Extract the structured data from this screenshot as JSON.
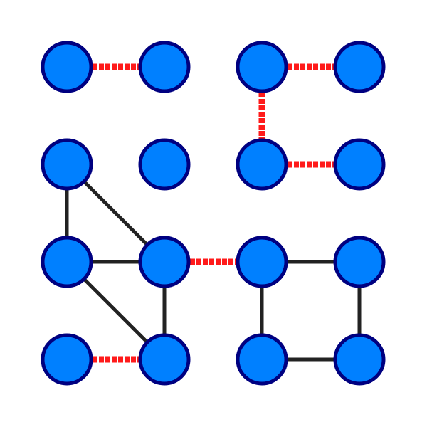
{
  "colors": {
    "background": "#ffffff",
    "node_fill": "#0080ff",
    "node_stroke": "#000080",
    "edge_normal": "#222222",
    "edge_highlight": "#ff1a1a"
  },
  "graph": {
    "grid": {
      "columns": 4,
      "rows": 4
    },
    "nodes": [
      {
        "id": "n00",
        "col": 0,
        "row": 0
      },
      {
        "id": "n10",
        "col": 1,
        "row": 0
      },
      {
        "id": "n20",
        "col": 2,
        "row": 0
      },
      {
        "id": "n30",
        "col": 3,
        "row": 0
      },
      {
        "id": "n01",
        "col": 0,
        "row": 1
      },
      {
        "id": "n11",
        "col": 1,
        "row": 1
      },
      {
        "id": "n21",
        "col": 2,
        "row": 1
      },
      {
        "id": "n31",
        "col": 3,
        "row": 1
      },
      {
        "id": "n02",
        "col": 0,
        "row": 2
      },
      {
        "id": "n12",
        "col": 1,
        "row": 2
      },
      {
        "id": "n22",
        "col": 2,
        "row": 2
      },
      {
        "id": "n32",
        "col": 3,
        "row": 2
      },
      {
        "id": "n03",
        "col": 0,
        "row": 3
      },
      {
        "id": "n13",
        "col": 1,
        "row": 3
      },
      {
        "id": "n23",
        "col": 2,
        "row": 3
      },
      {
        "id": "n33",
        "col": 3,
        "row": 3
      }
    ],
    "edges": [
      {
        "from": "n00",
        "to": "n10",
        "style": "highlight"
      },
      {
        "from": "n20",
        "to": "n30",
        "style": "highlight"
      },
      {
        "from": "n20",
        "to": "n21",
        "style": "highlight"
      },
      {
        "from": "n21",
        "to": "n31",
        "style": "highlight"
      },
      {
        "from": "n12",
        "to": "n22",
        "style": "highlight"
      },
      {
        "from": "n03",
        "to": "n13",
        "style": "highlight"
      },
      {
        "from": "n01",
        "to": "n02",
        "style": "normal"
      },
      {
        "from": "n01",
        "to": "n12",
        "style": "normal"
      },
      {
        "from": "n02",
        "to": "n12",
        "style": "normal"
      },
      {
        "from": "n02",
        "to": "n13",
        "style": "normal"
      },
      {
        "from": "n12",
        "to": "n13",
        "style": "normal"
      },
      {
        "from": "n22",
        "to": "n32",
        "style": "normal"
      },
      {
        "from": "n22",
        "to": "n23",
        "style": "normal"
      },
      {
        "from": "n32",
        "to": "n33",
        "style": "normal"
      },
      {
        "from": "n23",
        "to": "n33",
        "style": "normal"
      }
    ]
  }
}
